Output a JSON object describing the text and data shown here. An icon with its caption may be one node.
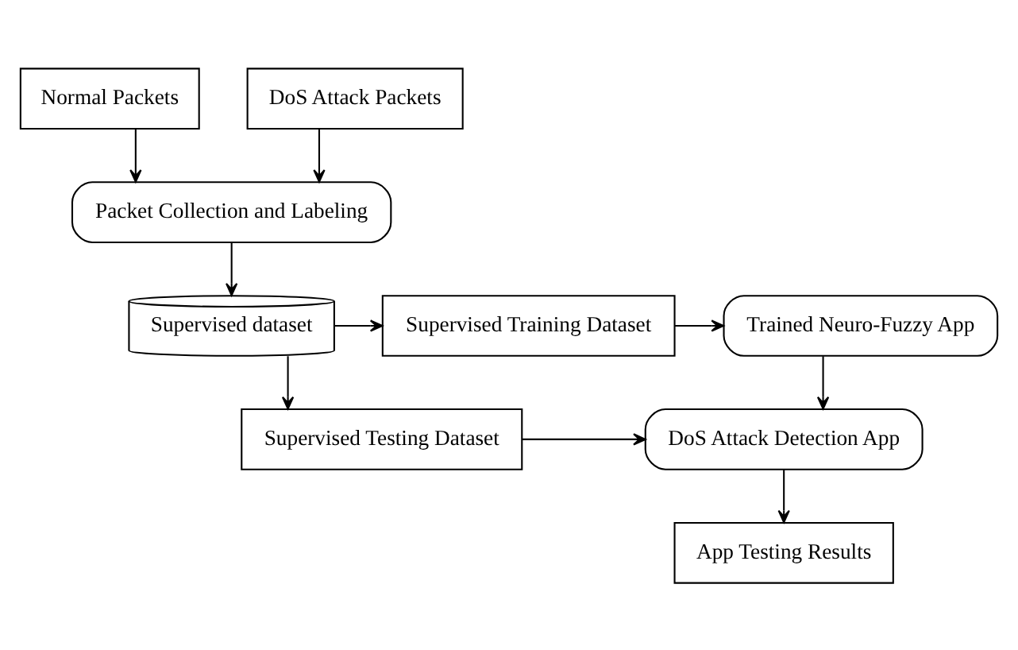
{
  "diagram": {
    "nodes": [
      {
        "text": [
          "Normal Packets"
        ]
      },
      {
        "text": [
          "DoS Attack Packets"
        ]
      },
      {
        "text": [
          "Packet Collection and Labeling"
        ]
      },
      {
        "text": [
          "Supervised dataset"
        ]
      },
      {
        "text": [
          "Supervised Training Dataset"
        ]
      },
      {
        "text": [
          "Supervised Testing Dataset"
        ]
      },
      {
        "text": [
          "Trained Neuro-Fuzzy App"
        ]
      },
      {
        "text": [
          "DoS Attack Detection App"
        ]
      },
      {
        "text": [
          "App Testing Results"
        ]
      }
    ],
    "edges": [
      {
        "from": 0,
        "to": 2,
        "arrow": "to"
      },
      {
        "from": 1,
        "to": 2,
        "arrow": "to"
      },
      {
        "from": 2,
        "to": 3,
        "arrow": "to"
      },
      {
        "from": 3,
        "to": 4,
        "arrow": "to"
      },
      {
        "from": 3,
        "to": 5,
        "arrow": "to"
      },
      {
        "from": 4,
        "to": 6,
        "arrow": "to"
      },
      {
        "from": 5,
        "to": 7,
        "arrow": "to"
      },
      {
        "from": 6,
        "to": 7,
        "arrow": "to"
      },
      {
        "from": 7,
        "to": 8,
        "arrow": "to"
      }
    ]
  }
}
